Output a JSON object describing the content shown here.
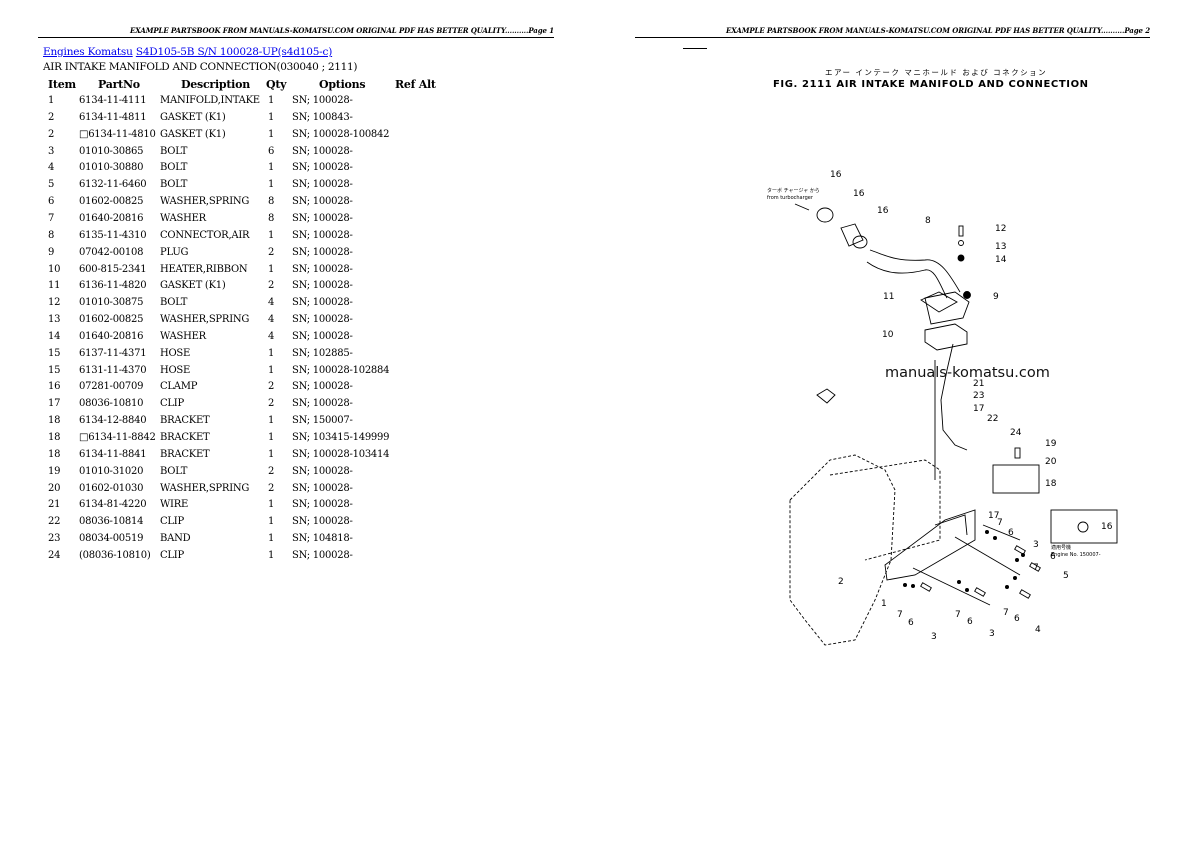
{
  "pages": [
    {
      "header": "EXAMPLE PARTSBOOK FROM MANUALS-KOMATSU.COM ORIGINAL PDF HAS BETTER QUALITY..........Page 1"
    },
    {
      "header": "EXAMPLE PARTSBOOK FROM MANUALS-KOMATSU.COM ORIGINAL PDF HAS BETTER QUALITY..........Page 2"
    }
  ],
  "breadcrumb": {
    "link1": "Engines Komatsu",
    "link2": "S4D105-5B S/N 100028-UP(s4d105-c)"
  },
  "section_title": "AIR INTAKE MANIFOLD AND CONNECTION(030040 ; 2111)",
  "table": {
    "columns": [
      "Item",
      "PartNo",
      "Description",
      "Qty",
      "Options",
      "Ref Alt"
    ],
    "rows": [
      {
        "item": "1",
        "part": "6134-11-4111",
        "desc": "MANIFOLD,INTAKE",
        "qty": "1",
        "opt": "SN; 100028-"
      },
      {
        "item": "2",
        "part": "6134-11-4811",
        "desc": "GASKET (K1)",
        "qty": "1",
        "opt": "SN; 100843-"
      },
      {
        "item": "2",
        "part": "□6134-11-4810",
        "desc": "GASKET (K1)",
        "qty": "1",
        "opt": "SN; 100028-100842"
      },
      {
        "item": "3",
        "part": "01010-30865",
        "desc": "BOLT",
        "qty": "6",
        "opt": "SN; 100028-"
      },
      {
        "item": "4",
        "part": "01010-30880",
        "desc": "BOLT",
        "qty": "1",
        "opt": "SN; 100028-"
      },
      {
        "item": "5",
        "part": "6132-11-6460",
        "desc": "BOLT",
        "qty": "1",
        "opt": "SN; 100028-"
      },
      {
        "item": "6",
        "part": "01602-00825",
        "desc": "WASHER,SPRING",
        "qty": "8",
        "opt": "SN; 100028-"
      },
      {
        "item": "7",
        "part": "01640-20816",
        "desc": "WASHER",
        "qty": "8",
        "opt": "SN; 100028-"
      },
      {
        "item": "8",
        "part": "6135-11-4310",
        "desc": "CONNECTOR,AIR",
        "qty": "1",
        "opt": "SN; 100028-"
      },
      {
        "item": "9",
        "part": "07042-00108",
        "desc": "PLUG",
        "qty": "2",
        "opt": "SN; 100028-"
      },
      {
        "item": "10",
        "part": "600-815-2341",
        "desc": "HEATER,RIBBON",
        "qty": "1",
        "opt": "SN; 100028-"
      },
      {
        "item": "11",
        "part": "6136-11-4820",
        "desc": "GASKET (K1)",
        "qty": "2",
        "opt": "SN; 100028-"
      },
      {
        "item": "12",
        "part": "01010-30875",
        "desc": "BOLT",
        "qty": "4",
        "opt": "SN; 100028-"
      },
      {
        "item": "13",
        "part": "01602-00825",
        "desc": "WASHER,SPRING",
        "qty": "4",
        "opt": "SN; 100028-"
      },
      {
        "item": "14",
        "part": "01640-20816",
        "desc": "WASHER",
        "qty": "4",
        "opt": "SN; 100028-"
      },
      {
        "item": "15",
        "part": "6137-11-4371",
        "desc": "HOSE",
        "qty": "1",
        "opt": "SN; 102885-"
      },
      {
        "item": "15",
        "part": "6131-11-4370",
        "desc": "HOSE",
        "qty": "1",
        "opt": "SN; 100028-102884"
      },
      {
        "item": "16",
        "part": "07281-00709",
        "desc": "CLAMP",
        "qty": "2",
        "opt": "SN; 100028-"
      },
      {
        "item": "17",
        "part": "08036-10810",
        "desc": "CLIP",
        "qty": "2",
        "opt": "SN; 100028-"
      },
      {
        "item": "18",
        "part": "6134-12-8840",
        "desc": "BRACKET",
        "qty": "1",
        "opt": "SN; 150007-"
      },
      {
        "item": "18",
        "part": "□6134-11-8842",
        "desc": "BRACKET",
        "qty": "1",
        "opt": "SN; 103415-149999"
      },
      {
        "item": "18",
        "part": "6134-11-8841",
        "desc": "BRACKET",
        "qty": "1",
        "opt": "SN; 100028-103414"
      },
      {
        "item": "19",
        "part": "01010-31020",
        "desc": "BOLT",
        "qty": "2",
        "opt": "SN; 100028-"
      },
      {
        "item": "20",
        "part": "01602-01030",
        "desc": "WASHER,SPRING",
        "qty": "2",
        "opt": "SN; 100028-"
      },
      {
        "item": "21",
        "part": "6134-81-4220",
        "desc": "WIRE",
        "qty": "1",
        "opt": "SN; 100028-"
      },
      {
        "item": "22",
        "part": "08036-10814",
        "desc": "CLIP",
        "qty": "1",
        "opt": "SN; 100028-"
      },
      {
        "item": "23",
        "part": "08034-00519",
        "desc": "BAND",
        "qty": "1",
        "opt": "SN; 104818-"
      },
      {
        "item": "24",
        "part": "(08036-10810)",
        "desc": "CLIP",
        "qty": "1",
        "opt": "SN; 100028-"
      }
    ]
  },
  "figure": {
    "title_jp": "エアー インテーク マニホールド および コネクション",
    "title": "FIG. 2111  AIR INTAKE MANIFOLD AND CONNECTION",
    "note_from_turbo_jp": "ターボ チャージャ から",
    "note_from_turbo": "from turbocharger",
    "inset_note_jp": "適用号機",
    "inset_note": "Engine No. 150007-",
    "watermark": "manuals-komatsu.com",
    "callouts": [
      "16",
      "16",
      "16",
      "8",
      "12",
      "13",
      "14",
      "9",
      "11",
      "10",
      "21",
      "23",
      "17",
      "22",
      "24",
      "19",
      "20",
      "18",
      "18",
      "17",
      "7",
      "6",
      "3",
      "7",
      "6",
      "5",
      "1",
      "2",
      "7",
      "6",
      "3",
      "7",
      "6",
      "3",
      "7",
      "6",
      "4"
    ]
  }
}
